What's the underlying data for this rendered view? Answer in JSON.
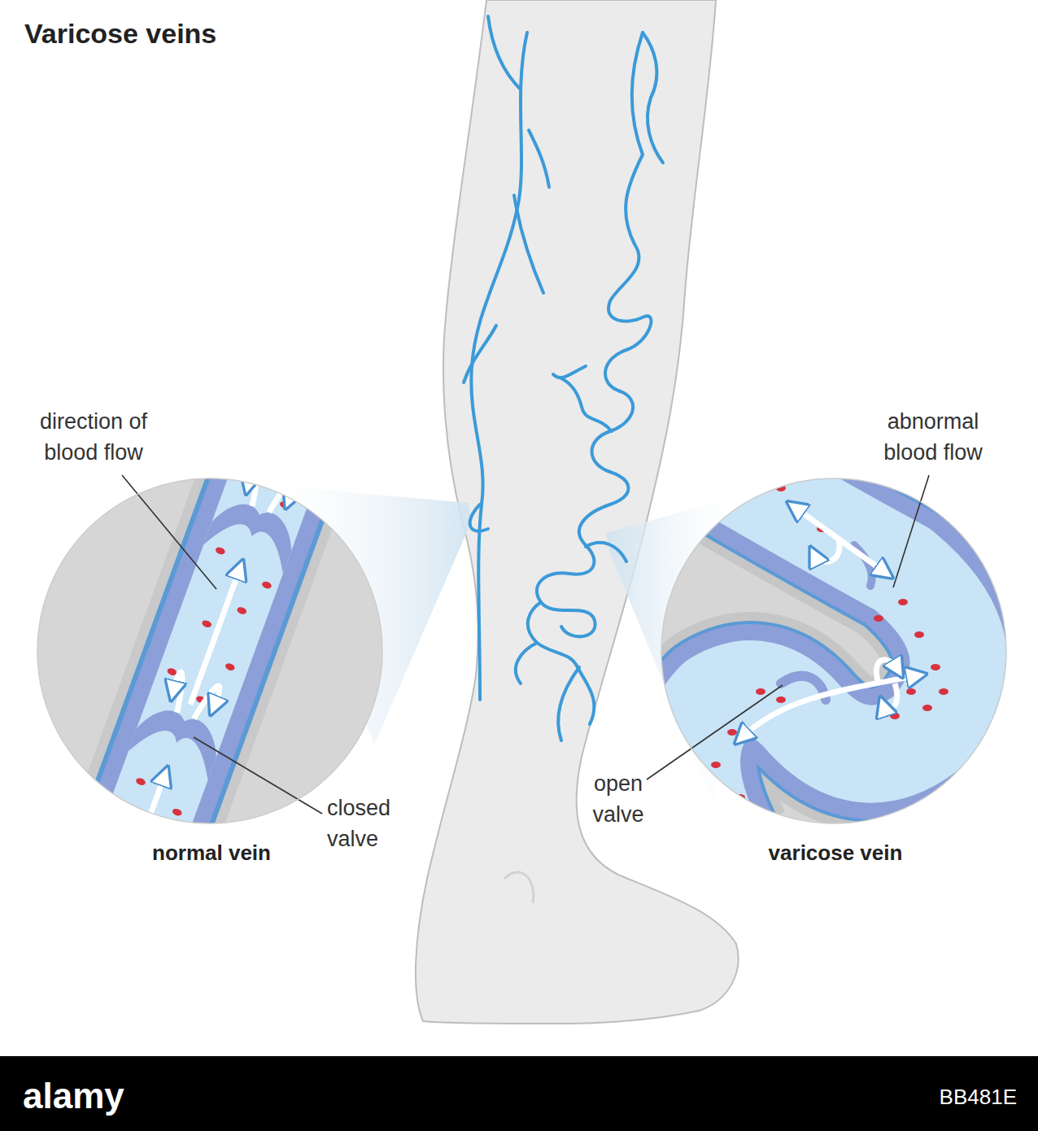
{
  "diagram": {
    "title": "Varicose veins",
    "nodes": [
      {
        "text": [
          "normal vein"
        ]
      },
      {
        "text": [
          "varicose vein"
        ]
      }
    ],
    "labels": [
      "direction of blood flow",
      "closed valve",
      "abnormal blood flow",
      "open valve",
      "alamy",
      "BB481E"
    ]
  }
}
